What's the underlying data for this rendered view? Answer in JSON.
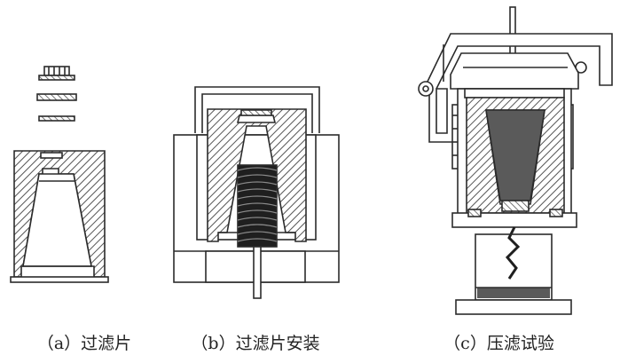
{
  "panels": [
    {
      "id": "a",
      "caption": "（a）过滤片"
    },
    {
      "id": "b",
      "caption": "（b）过滤片安装"
    },
    {
      "id": "c",
      "caption": "（c）压滤试验"
    }
  ],
  "colors": {
    "line": "#2b2b2b",
    "hatch": "#555555",
    "spring": "#1f1f1f",
    "sample_fill": "#5a5a5a",
    "background": "#ffffff"
  }
}
